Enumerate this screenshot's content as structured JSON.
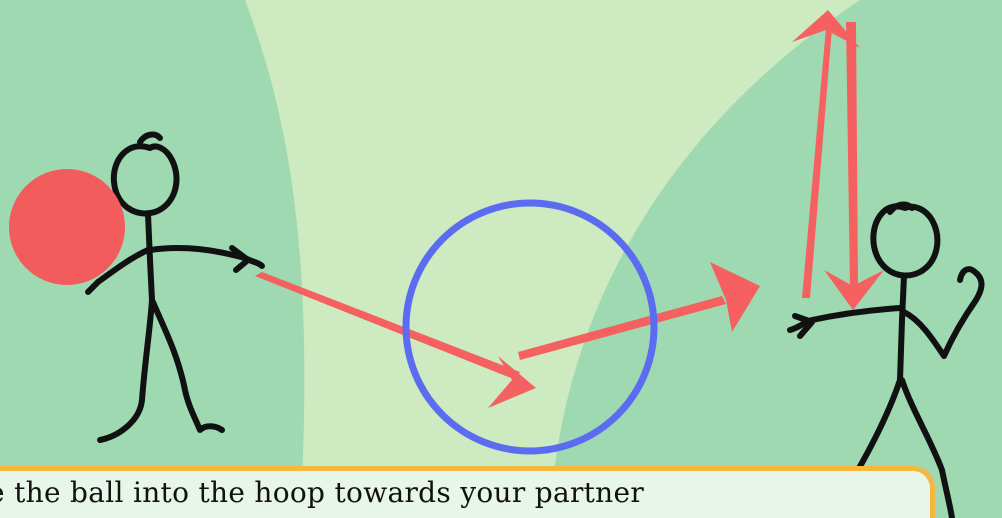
{
  "caption": {
    "text": "e the ball into the hoop towards your partner"
  },
  "colors": {
    "background_light": "#cdeac0",
    "zone_green": "#9ed9b2",
    "ball": "#f25c5c",
    "arrow": "#f56060",
    "hoop": "#5b6cf0",
    "figure": "#111111",
    "caption_border": "#f5b642",
    "caption_background": "#e8f5e9"
  },
  "icons": [
    "stick-figure-thrower",
    "ball",
    "hoop",
    "stick-figure-partner",
    "throw-arrow",
    "bounce-arrow"
  ]
}
